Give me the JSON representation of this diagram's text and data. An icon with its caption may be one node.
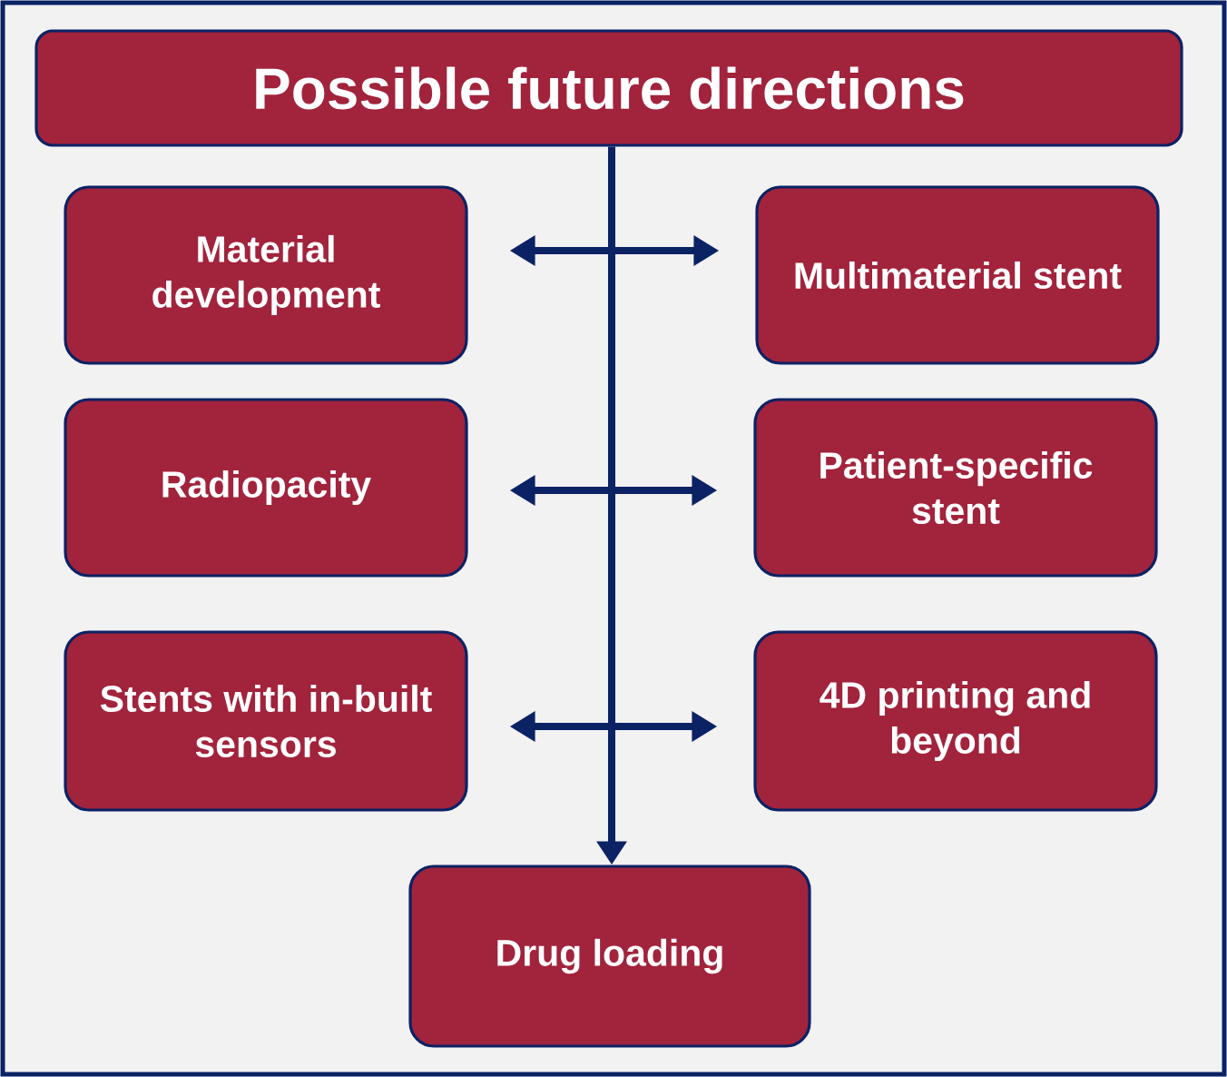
{
  "diagram": {
    "nodes": [
      {
        "text": [
          "Possible future directions"
        ]
      },
      {
        "text": [
          "Material development"
        ]
      },
      {
        "text": [
          "Multimaterial stent"
        ]
      },
      {
        "text": [
          "Radiopacity"
        ]
      },
      {
        "text": [
          "Patient-specific stent"
        ]
      },
      {
        "text": [
          "Stents with in-built sensors"
        ]
      },
      {
        "text": [
          "4D printing and beyond"
        ]
      },
      {
        "text": [
          "Drug loading"
        ]
      }
    ],
    "edges": [
      {
        "from": 0,
        "to": 7,
        "arrow": "to"
      },
      {
        "from": 1,
        "to": 2,
        "arrow": "both"
      },
      {
        "from": 3,
        "to": 4,
        "arrow": "both"
      },
      {
        "from": 5,
        "to": 6,
        "arrow": "both"
      }
    ]
  }
}
